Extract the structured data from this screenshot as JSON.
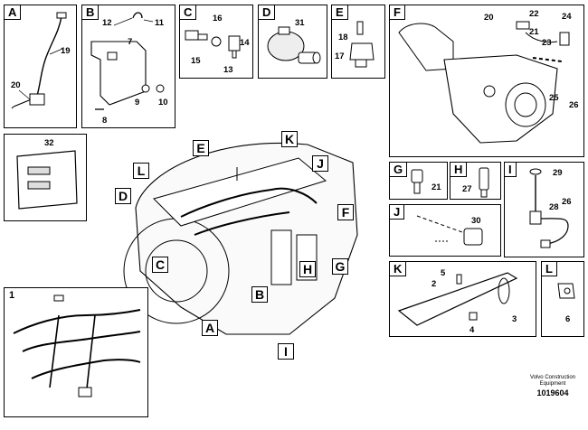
{
  "panels": {
    "A": {
      "label": "A",
      "parts": [
        "19",
        "20"
      ]
    },
    "B": {
      "label": "B",
      "parts": [
        "12",
        "11",
        "7",
        "8",
        "9",
        "10"
      ]
    },
    "C": {
      "label": "C",
      "parts": [
        "16",
        "15",
        "13",
        "14"
      ]
    },
    "D": {
      "label": "D",
      "parts": [
        "31"
      ]
    },
    "E": {
      "label": "E",
      "parts": [
        "18",
        "17"
      ]
    },
    "F": {
      "label": "F",
      "parts": [
        "20",
        "22",
        "24",
        "21",
        "23",
        "25",
        "26"
      ]
    },
    "G": {
      "label": "G",
      "parts": [
        "21"
      ]
    },
    "H": {
      "label": "H",
      "parts": [
        "27"
      ]
    },
    "I": {
      "label": "I",
      "parts": [
        "29",
        "28",
        "26"
      ]
    },
    "J": {
      "label": "J",
      "parts": [
        "30"
      ]
    },
    "K": {
      "label": "K",
      "parts": [
        "5",
        "2",
        "3",
        "4"
      ]
    },
    "L": {
      "label": "L",
      "parts": [
        "6"
      ]
    },
    "box32": {
      "part": "32"
    },
    "harness": {
      "label": "1"
    }
  },
  "engine_callouts": [
    "E",
    "K",
    "L",
    "J",
    "D",
    "F",
    "C",
    "H",
    "G",
    "B",
    "A",
    "I"
  ],
  "footer": {
    "brand_line1": "Volvo Construction",
    "brand_line2": "Equipment",
    "drawing_number": "1019604"
  }
}
